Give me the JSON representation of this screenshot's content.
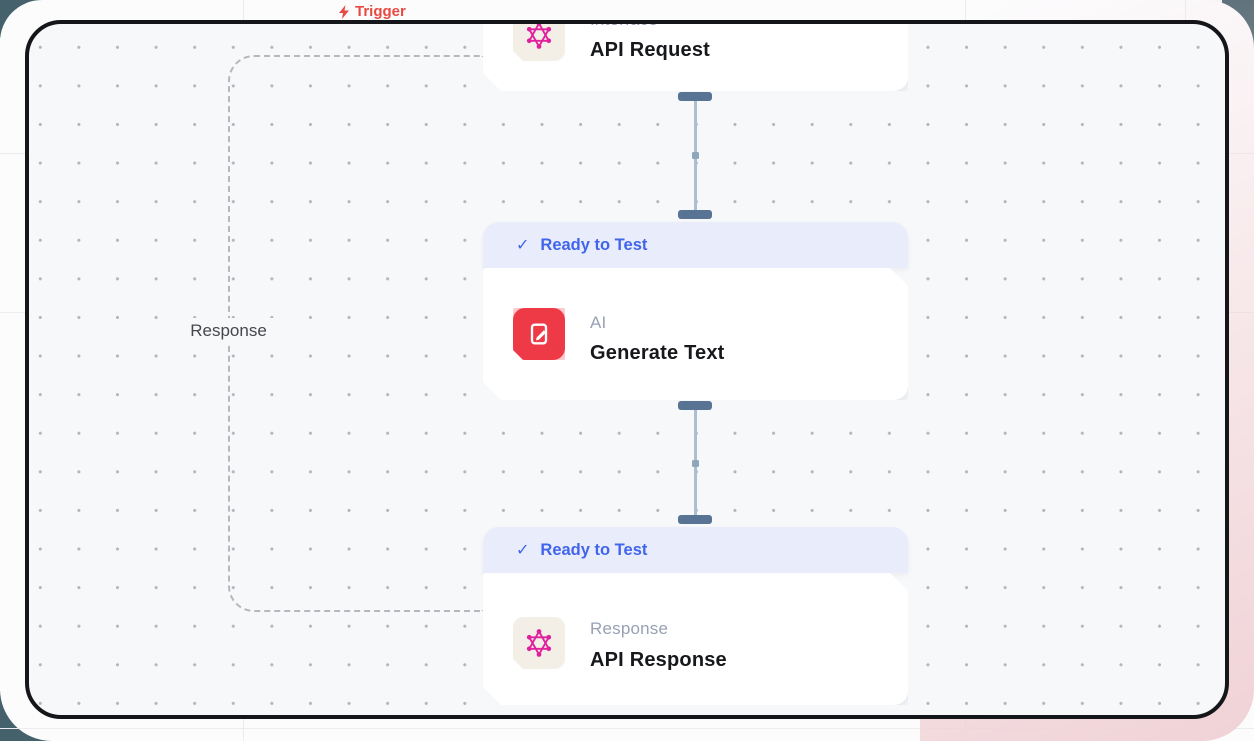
{
  "canvas": {
    "trigger_label": "Trigger",
    "loop_label": "Response"
  },
  "nodes": [
    {
      "id": "api-request",
      "category": "Interface",
      "title": "API Request",
      "icon": "graphql-hexagram-icon"
    },
    {
      "id": "generate-text",
      "badge": {
        "check": "✓",
        "label": "Ready to Test"
      },
      "category": "AI",
      "title": "Generate Text",
      "icon": "edit-text-icon"
    },
    {
      "id": "api-response",
      "badge": {
        "check": "✓",
        "label": "Ready to Test"
      },
      "category": "Response",
      "title": "API Response",
      "icon": "graphql-hexagram-icon"
    }
  ],
  "colors": {
    "accent": "#4065ec",
    "red": "#ee3a47",
    "icon_pink": "#e0219e",
    "connector": "#587393",
    "trigger": "#e84a43",
    "teal": "#45616b"
  }
}
